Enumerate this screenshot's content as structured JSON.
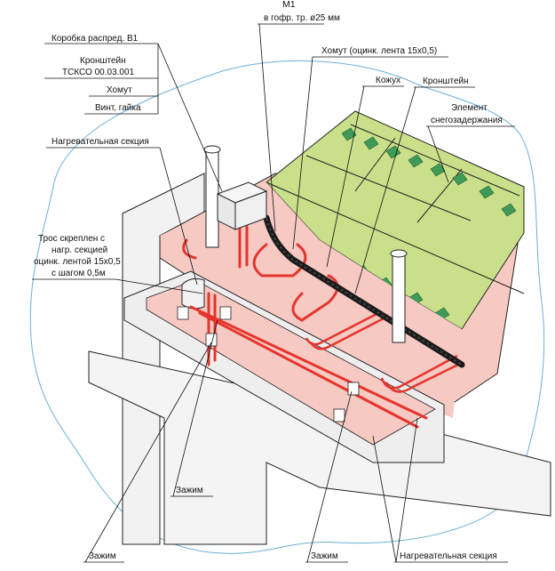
{
  "labels": {
    "junction_box": "Коробка распред. В1",
    "m1_title": "М1",
    "m1_sub": "в гофр. тр. ø25 мм",
    "bracket_1": "Кронштейн",
    "bracket_code": "ТСКСО 00.03.001",
    "clamp": "Хомут",
    "screw_nut": "Винт, гайка",
    "clamp_tape": "Хомут (оцинк. лента 15х0,5)",
    "casing": "Кожух",
    "bracket_2": "Кронштейн",
    "snow_element_1": "Элемент",
    "snow_element_2": "снегозадержания",
    "heating_section_top": "Нагревательная секция",
    "cable_fixed_1": "Трос скреплен с",
    "cable_fixed_2": "нагр. секцией",
    "cable_fixed_3": "оцинк. лентой 15х0,5",
    "cable_fixed_4": "с шагом 0,5м",
    "clip_1": "Зажим",
    "clip_2": "Зажим",
    "clip_3": "Зажим",
    "heating_section_bottom": "Нагревательная секция"
  },
  "colors": {
    "roof_green": "#c9df8a",
    "snow_guard_green": "#3f9a57",
    "heated_zone_pink": "#f6c9c3",
    "heating_cable_red": "#e5342c",
    "wall_gray": "#f0f0f0",
    "contour_blue": "#6bb0d6",
    "conduit_black": "#1a1a1a"
  }
}
